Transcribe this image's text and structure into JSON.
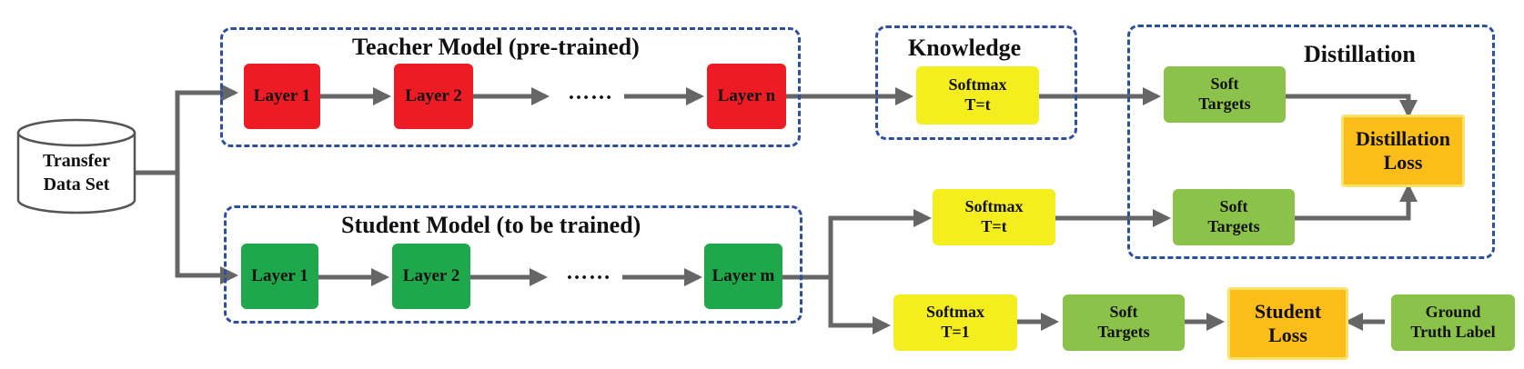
{
  "teacher": {
    "title": "Teacher Model (pre-trained)",
    "layer1": "Layer 1",
    "layer2": "Layer 2",
    "ellipsis": "……",
    "layern": "Layer n"
  },
  "student": {
    "title": "Student Model (to be trained)",
    "layer1": "Layer 1",
    "layer2": "Layer 2",
    "ellipsis": "……",
    "layerm": "Layer m"
  },
  "dataset": {
    "line1": "Transfer",
    "line2": "Data Set"
  },
  "knowledge": {
    "title": "Knowledge",
    "softmax_line1": "Softmax",
    "softmax_line2": "T=t"
  },
  "distillation": {
    "title": "Distillation",
    "soft_targets_teacher_line1": "Soft",
    "soft_targets_teacher_line2": "Targets",
    "soft_targets_student_line1": "Soft",
    "soft_targets_student_line2": "Targets",
    "loss_line1": "Distillation",
    "loss_line2": "Loss"
  },
  "student_branch_t": {
    "softmax_line1": "Softmax",
    "softmax_line2": "T=t"
  },
  "student_branch_1": {
    "softmax_line1": "Softmax",
    "softmax_line2": "T=1",
    "soft_targets_line1": "Soft",
    "soft_targets_line2": "Targets",
    "loss_line1": "Student",
    "loss_line2": "Loss",
    "ground_truth_line1": "Ground",
    "ground_truth_line2": "Truth Label"
  },
  "colors": {
    "frame": "#2e4f9e",
    "teacher_layer": "#ed1c24",
    "student_layer": "#1fa84b",
    "softmax": "#f5ee1f",
    "soft_targets": "#8bc34a",
    "loss": "#fbbd1a",
    "arrow": "#666666"
  }
}
